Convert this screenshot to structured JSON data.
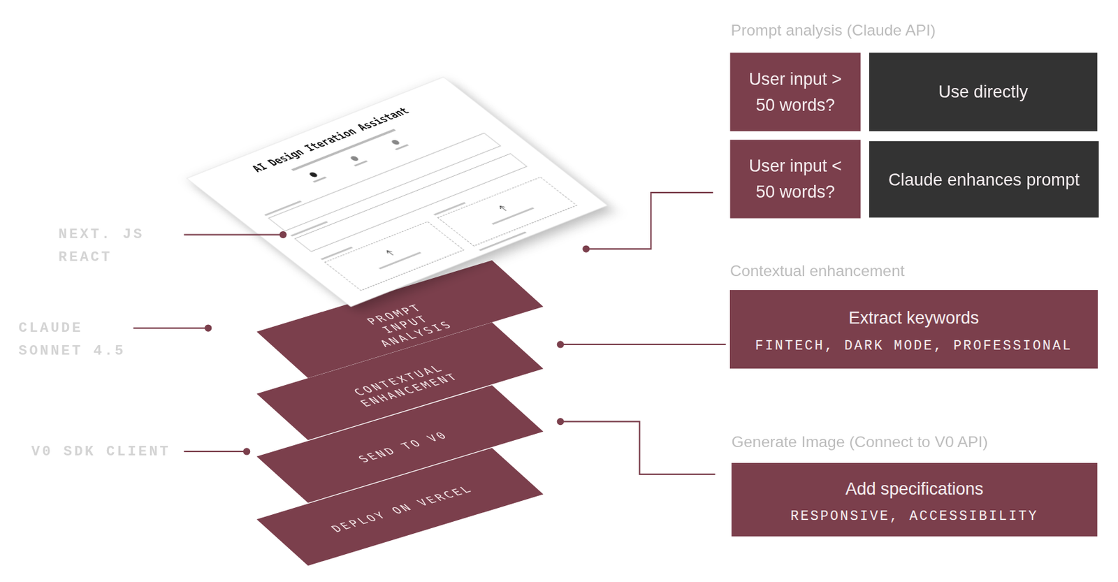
{
  "diagram": {
    "nodes": [
      {
        "text": [
          "AI Design Iteration Assistant"
        ]
      },
      {
        "text": [
          "PROMPT INPUT ANALYSIS"
        ]
      },
      {
        "text": [
          "CONTEXTUAL ENHANCEMENT"
        ]
      },
      {
        "text": [
          "SEND TO V0"
        ]
      },
      {
        "text": [
          "DEPLOY ON VERCEL"
        ]
      },
      {
        "text": [
          "User input > 50 words?"
        ]
      },
      {
        "text": [
          "Use directly"
        ]
      },
      {
        "text": [
          "User input < 50 words?"
        ]
      },
      {
        "text": [
          "Claude enhances prompt"
        ]
      },
      {
        "text": [
          "Extract keywords",
          "FINTECH, DARK MODE, PROFESSIONAL"
        ]
      },
      {
        "text": [
          "Add specifications",
          "RESPONSIVE, ACCESSIBILITY"
        ]
      }
    ],
    "labels": [
      "NEXT. JS REACT",
      "CLAUDE SONNET 4.5",
      "V0 SDK CLIENT",
      "Prompt analysis (Claude API)",
      "Contextual enhancement",
      "Generate Image (Connect to V0 API)"
    ]
  }
}
